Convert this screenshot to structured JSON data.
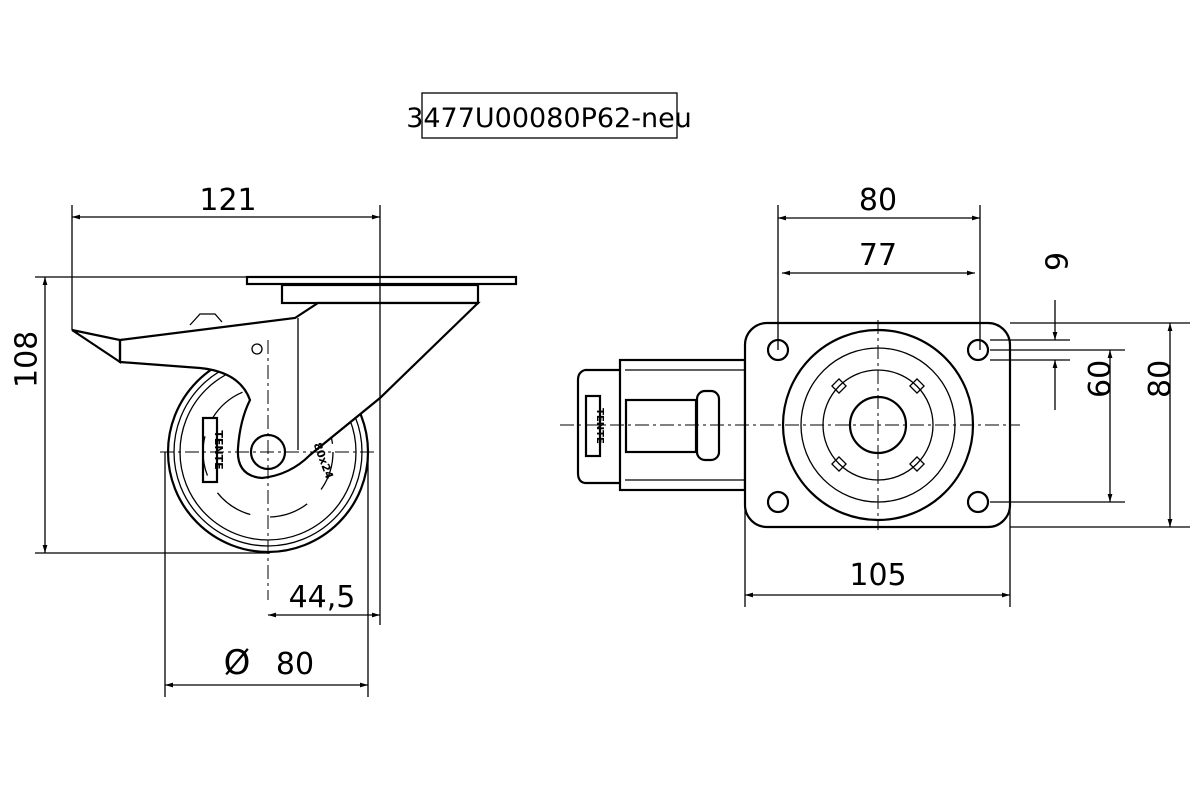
{
  "title_block": {
    "part_number": "3477U00080P62-neu"
  },
  "side_view": {
    "dims": {
      "width": "121",
      "height": "108",
      "offset": "44,5",
      "diameter_symbol": "Ø",
      "diameter": "80"
    },
    "wheel_brand": "TENTE",
    "wheel_marking": "80x24"
  },
  "top_view": {
    "dims": {
      "plate_width": "80",
      "hole_spacing": "77",
      "hole_dia": "9",
      "hole_spacing_v": "60",
      "plate_height": "80",
      "overall_length": "105"
    },
    "brake_brand": "TENTE"
  }
}
